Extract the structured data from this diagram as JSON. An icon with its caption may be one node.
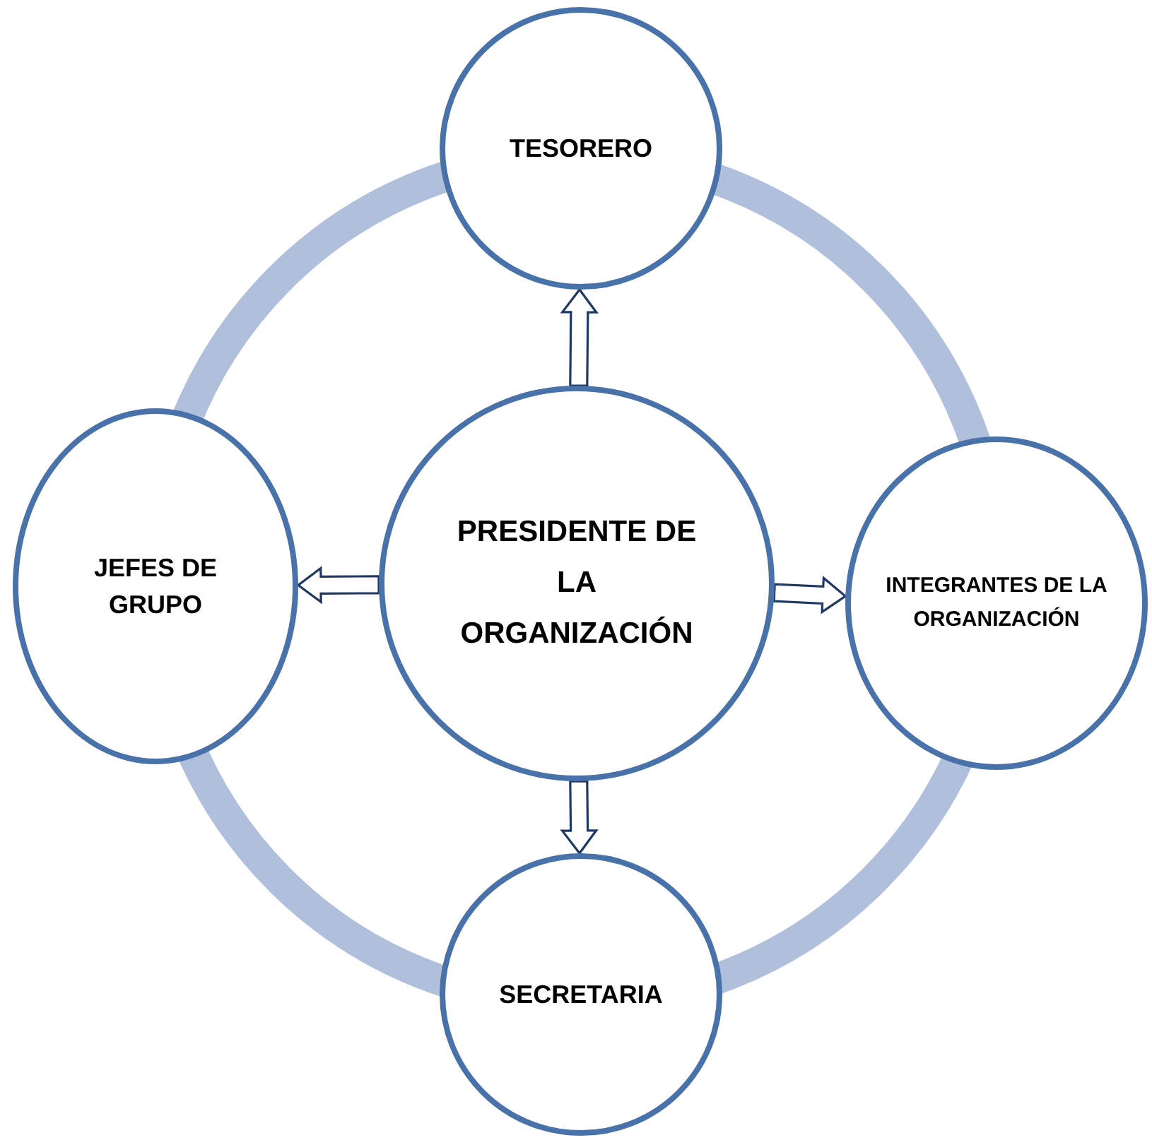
{
  "diagram": {
    "nodes": [
      {
        "text": [
          "PRESIDENTE DE LA ORGANIZACIÓN"
        ]
      },
      {
        "text": [
          "TESORERO"
        ]
      },
      {
        "text": [
          "JEFES DE GRUPO"
        ]
      },
      {
        "text": [
          "INTEGRANTES DE LA ORGANIZACIÓN"
        ]
      },
      {
        "text": [
          "SECRETARIA"
        ]
      }
    ],
    "edges": [
      {
        "from": 0,
        "to": 1,
        "arrow": "to"
      },
      {
        "from": 0,
        "to": 2,
        "arrow": "to"
      },
      {
        "from": 0,
        "to": 3,
        "arrow": "to"
      },
      {
        "from": 0,
        "to": 4,
        "arrow": "to"
      }
    ]
  }
}
